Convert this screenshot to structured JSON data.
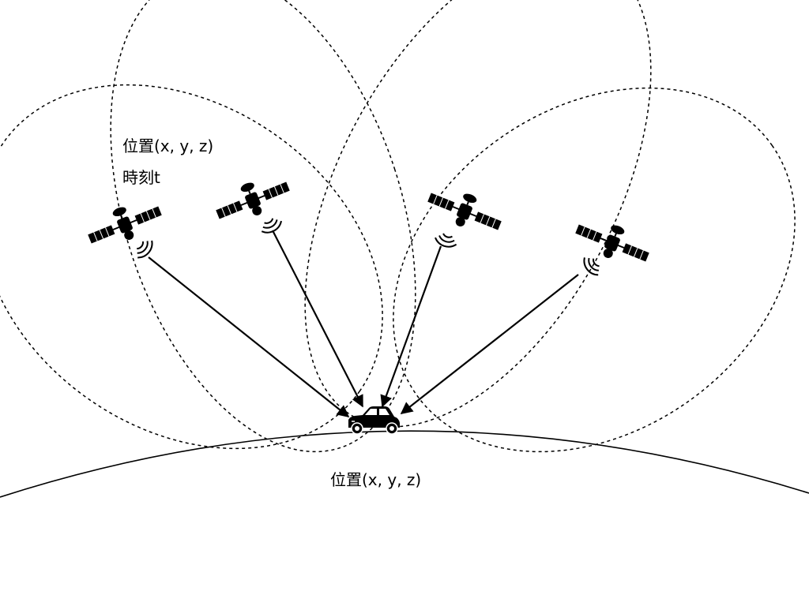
{
  "labels": {
    "satellite_position": "位置(x, y, z)",
    "satellite_time": "時刻t",
    "receiver_position": "位置(x, y, z)"
  },
  "colors": {
    "ink": "#000000",
    "background": "#ffffff"
  },
  "icons": {
    "satellite": "satellite-icon",
    "receiver": "car-icon",
    "signal": "signal-wave-icon",
    "earth": "earth-surface"
  }
}
